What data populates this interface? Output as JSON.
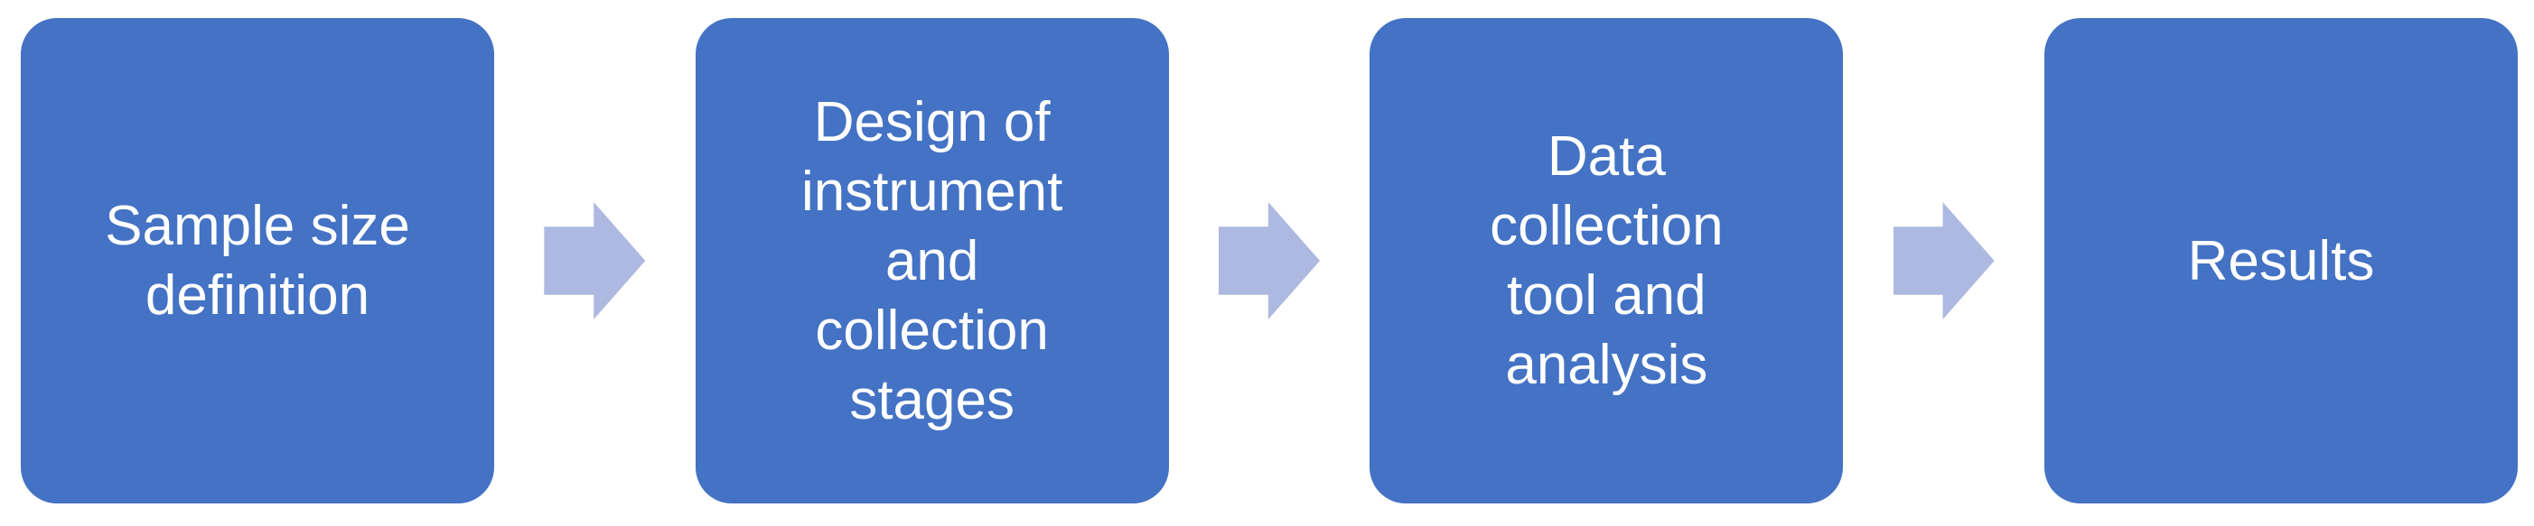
{
  "flow": {
    "type": "process-flow",
    "direction": "left-to-right",
    "steps": [
      {
        "label": "Sample size definition"
      },
      {
        "label": "Design of instrument and collection stages"
      },
      {
        "label": "Data collection tool and analysis"
      },
      {
        "label": "Results"
      }
    ],
    "connector": "right-block-arrow",
    "colors": {
      "box_fill": "#4472C4",
      "arrow_fill": "#AEB9E1",
      "text": "#FFFFFF",
      "background": "#FFFFFF"
    }
  }
}
